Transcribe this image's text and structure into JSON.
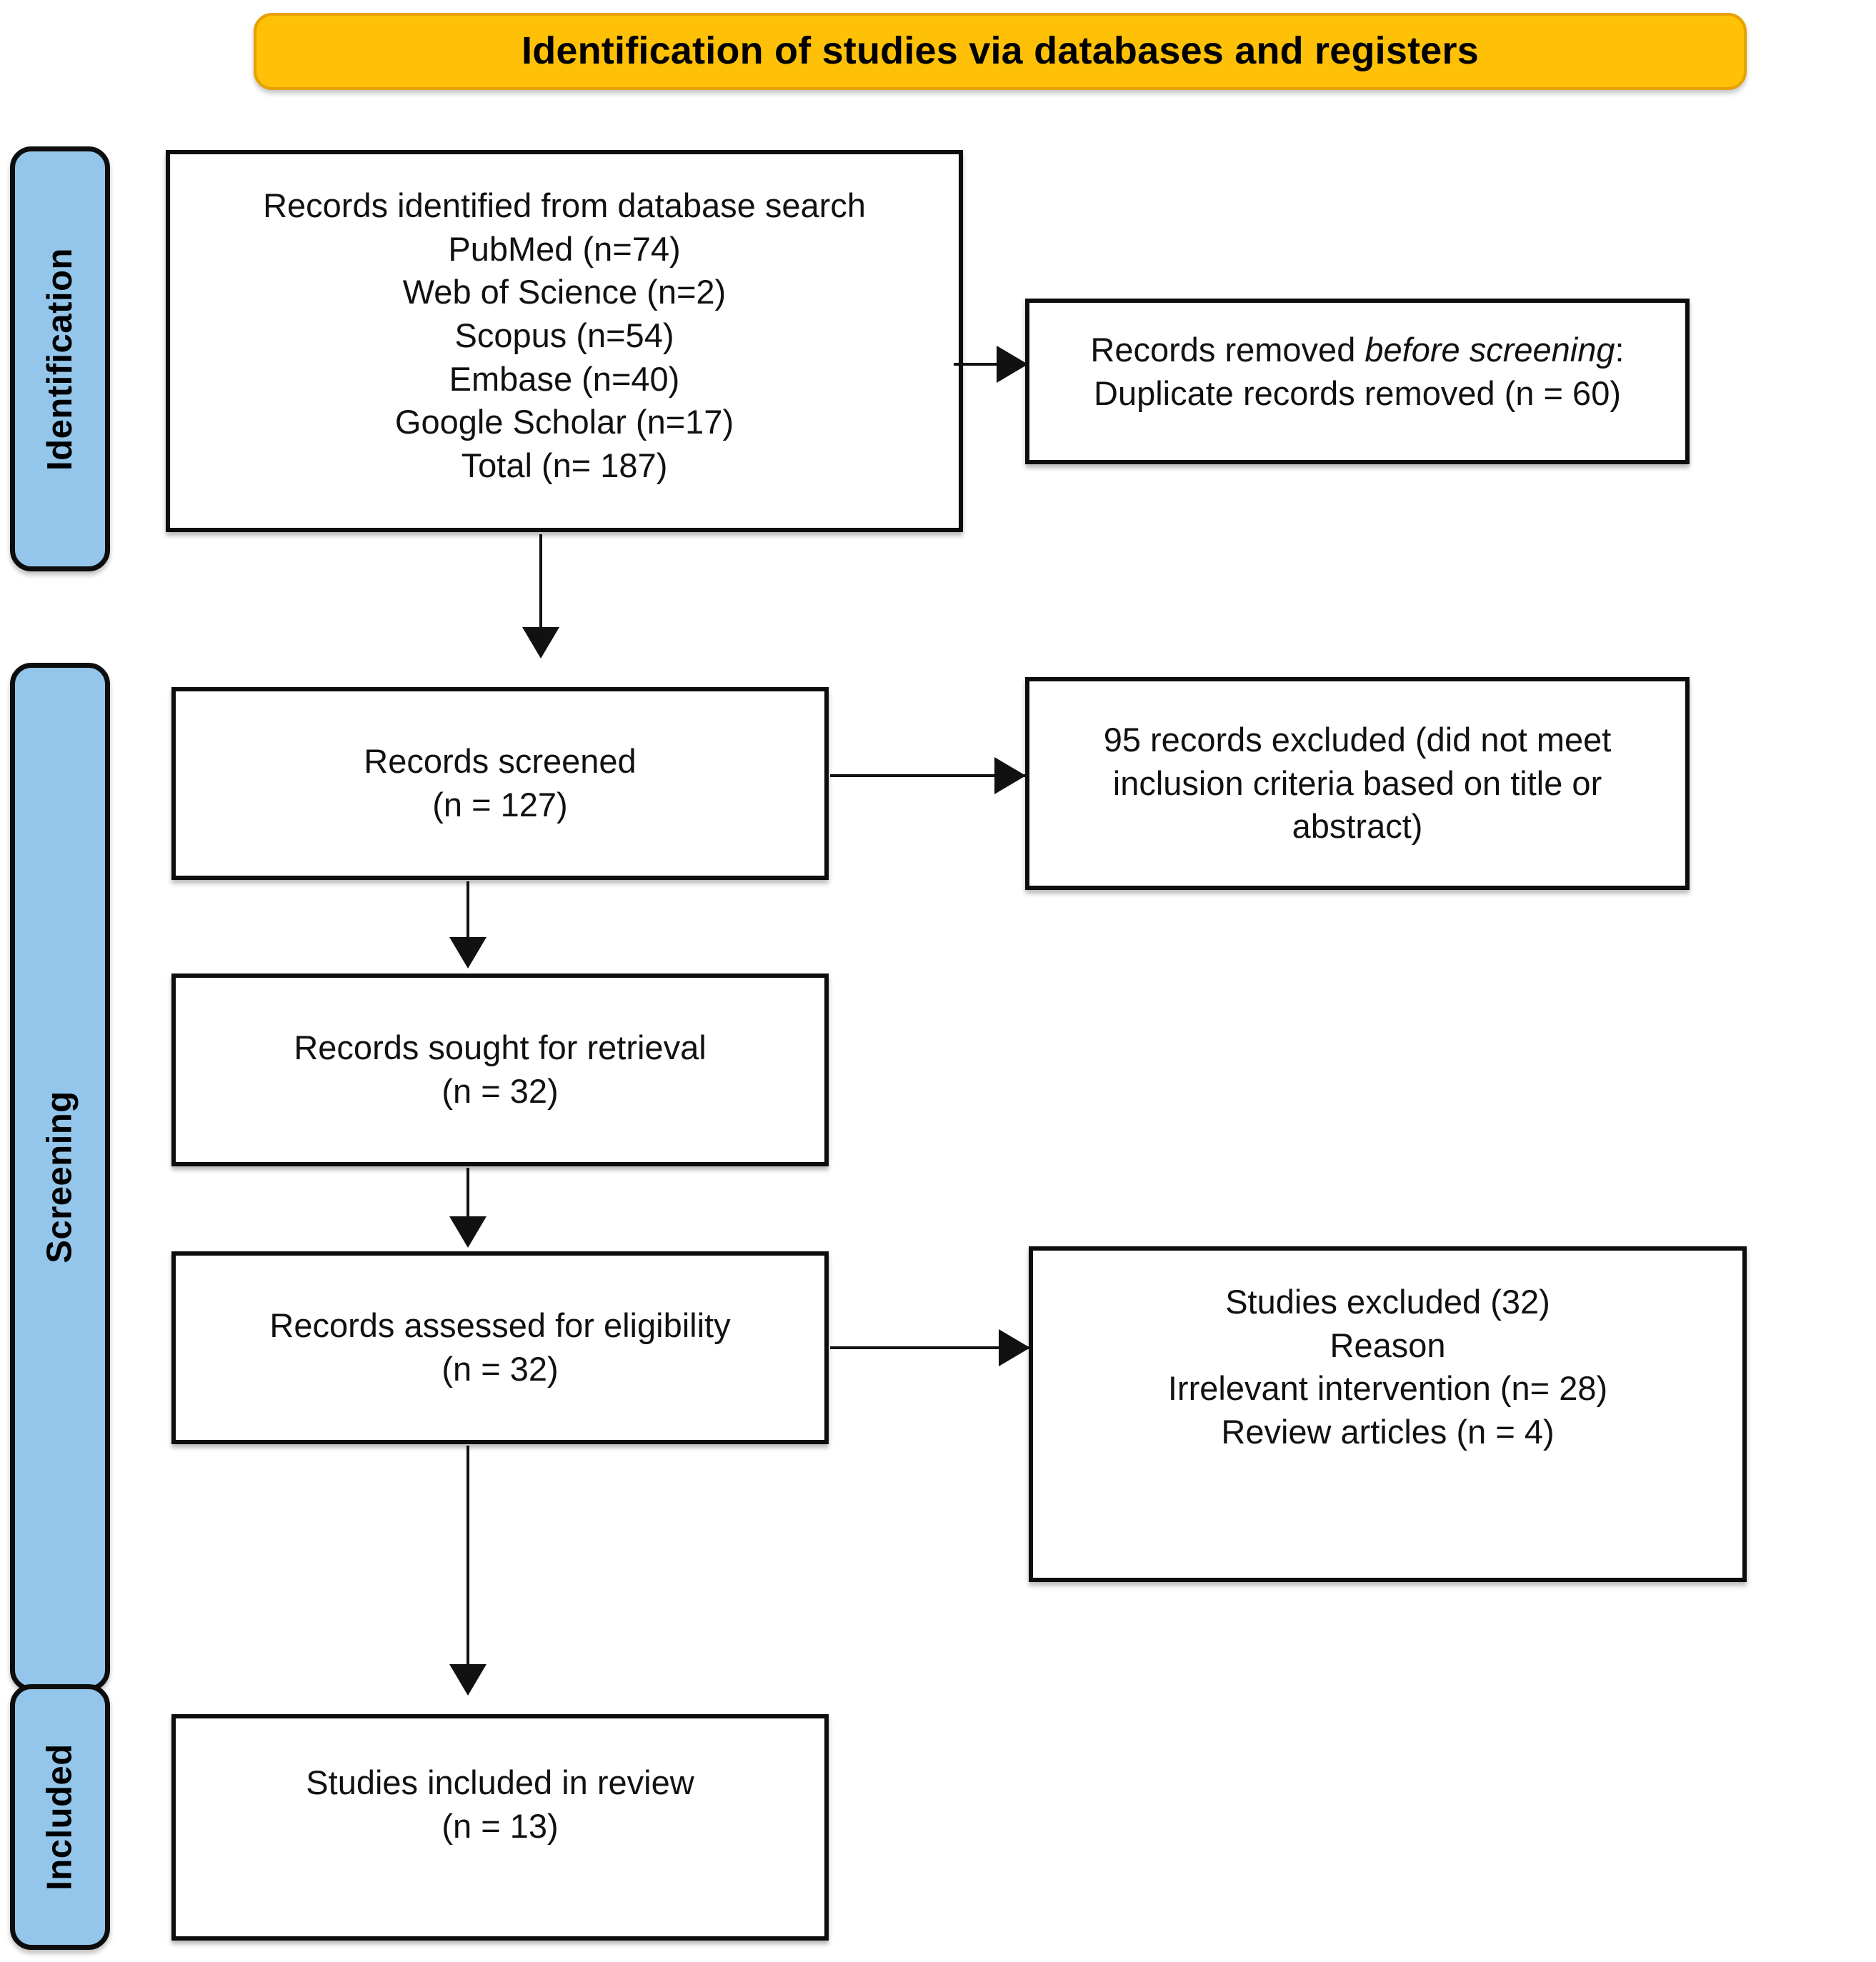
{
  "title": {
    "text": "Identification of studies via databases and registers",
    "background_color": "#FFC107",
    "border_color": "#E6A100"
  },
  "stages": [
    {
      "id": "identification",
      "label": "Identification",
      "color": "#93C6EA"
    },
    {
      "id": "screening",
      "label": "Screening",
      "color": "#93C6EA"
    },
    {
      "id": "included",
      "label": "Included",
      "color": "#93C6EA"
    }
  ],
  "boxes": {
    "identified": {
      "lines": [
        "Records identified from database search",
        "PubMed (n=74)",
        "Web of Science (n=2)",
        "Scopus (n=54)",
        "Embase (n=40)",
        "Google Scholar (n=17)",
        "Total (n= 187)"
      ]
    },
    "removed": {
      "line1_prefix": "Records removed ",
      "line1_italic": "before screening",
      "line1_suffix": ":",
      "line2": "Duplicate records removed (n = 60)"
    },
    "screened": {
      "line1": "Records screened",
      "line2": "(n = 127)"
    },
    "excluded_95": {
      "text": "95 records excluded (did not meet inclusion criteria based on title or abstract)"
    },
    "sought": {
      "line1": "Records sought for retrieval",
      "line2": "(n = 32)"
    },
    "assessed": {
      "line1": "Records assessed for eligibility",
      "line2": "(n = 32)"
    },
    "excluded_32": {
      "lines": [
        "Studies excluded (32)",
        "Reason",
        "Irrelevant intervention (n= 28)",
        "Review articles (n = 4)"
      ]
    },
    "included": {
      "line1": "Studies included in review",
      "line2": "(n = 13)"
    }
  },
  "chart_data": {
    "type": "diagram",
    "title": "Identification of studies via databases and registers",
    "nodes": [
      {
        "id": "identified",
        "stage": "Identification",
        "label": "Records identified from database search",
        "n": 187,
        "sources": [
          {
            "name": "PubMed",
            "n": 74
          },
          {
            "name": "Web of Science",
            "n": 2
          },
          {
            "name": "Scopus",
            "n": 54
          },
          {
            "name": "Embase",
            "n": 40
          },
          {
            "name": "Google Scholar",
            "n": 17
          }
        ]
      },
      {
        "id": "removed",
        "stage": "Identification",
        "label": "Records removed before screening: Duplicate records removed",
        "n": 60
      },
      {
        "id": "screened",
        "stage": "Screening",
        "label": "Records screened",
        "n": 127
      },
      {
        "id": "excluded_95",
        "stage": "Screening",
        "label": "95 records excluded (did not meet inclusion criteria based on title or abstract)",
        "n": 95
      },
      {
        "id": "sought",
        "stage": "Screening",
        "label": "Records sought for retrieval",
        "n": 32
      },
      {
        "id": "assessed",
        "stage": "Screening",
        "label": "Records assessed for eligibility",
        "n": 32
      },
      {
        "id": "excluded_32",
        "stage": "Screening",
        "label": "Studies excluded",
        "n": 32,
        "reasons": [
          {
            "name": "Irrelevant intervention",
            "n": 28
          },
          {
            "name": "Review articles",
            "n": 4
          }
        ]
      },
      {
        "id": "included",
        "stage": "Included",
        "label": "Studies included in review",
        "n": 13
      }
    ],
    "edges": [
      {
        "from": "identified",
        "to": "removed",
        "direction": "right"
      },
      {
        "from": "identified",
        "to": "screened",
        "direction": "down"
      },
      {
        "from": "screened",
        "to": "excluded_95",
        "direction": "right"
      },
      {
        "from": "screened",
        "to": "sought",
        "direction": "down"
      },
      {
        "from": "sought",
        "to": "assessed",
        "direction": "down"
      },
      {
        "from": "assessed",
        "to": "excluded_32",
        "direction": "right"
      },
      {
        "from": "assessed",
        "to": "included",
        "direction": "down"
      }
    ]
  }
}
